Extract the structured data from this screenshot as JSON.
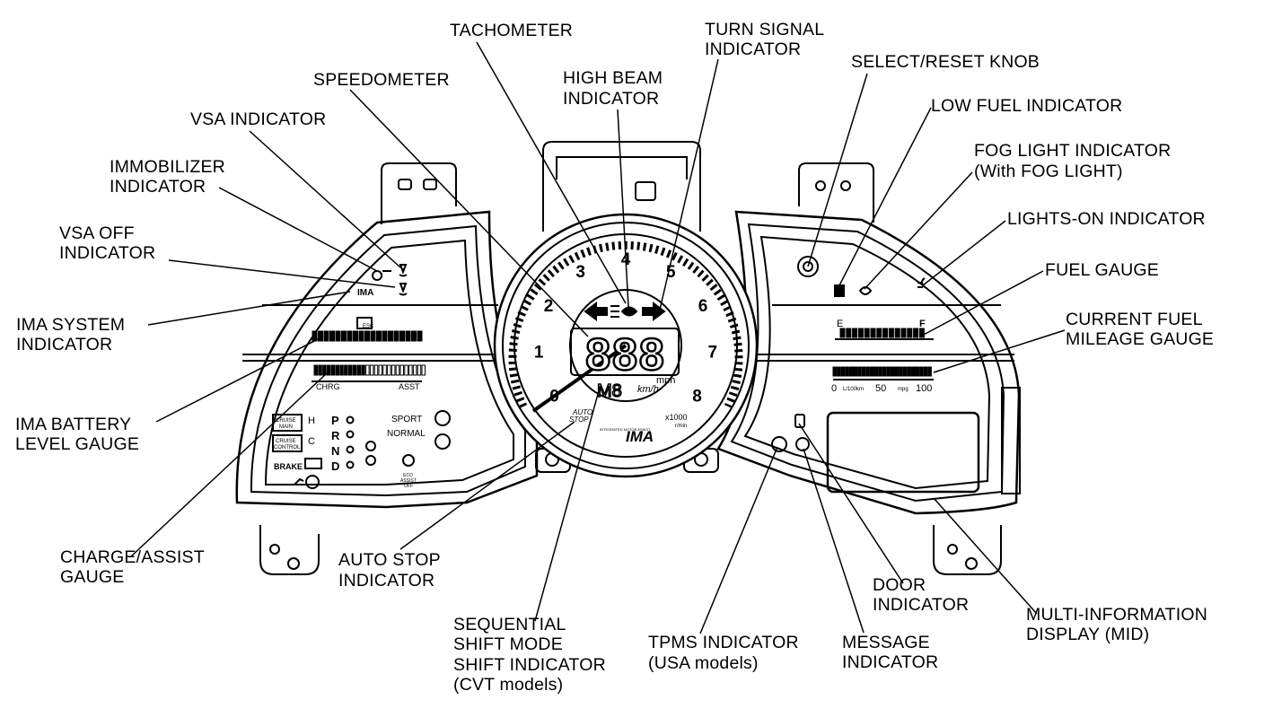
{
  "labels": {
    "tachometer": "TACHOMETER",
    "turn_signal": [
      "TURN SIGNAL",
      "INDICATOR"
    ],
    "high_beam": [
      "HIGH BEAM",
      "INDICATOR"
    ],
    "speedometer": "SPEEDOMETER",
    "select_reset": "SELECT/RESET KNOB",
    "low_fuel": "LOW FUEL INDICATOR",
    "fog_light": [
      "FOG LIGHT INDICATOR",
      "(With FOG LIGHT)"
    ],
    "lights_on": "LIGHTS-ON INDICATOR",
    "fuel_gauge": "FUEL GAUGE",
    "current_fuel": [
      "CURRENT FUEL",
      "MILEAGE GAUGE"
    ],
    "vsa": "VSA INDICATOR",
    "immobilizer": [
      "IMMOBILIZER",
      "INDICATOR"
    ],
    "vsa_off": [
      "VSA OFF",
      "INDICATOR"
    ],
    "ima_system": [
      "IMA SYSTEM",
      "INDICATOR"
    ],
    "ima_battery": [
      "IMA BATTERY",
      "LEVEL GAUGE"
    ],
    "charge_assist": [
      "CHARGE/ASSIST",
      "GAUGE"
    ],
    "auto_stop": [
      "AUTO STOP",
      "INDICATOR"
    ],
    "sequential": [
      "SEQUENTIAL",
      "SHIFT MODE",
      "SHIFT INDICATOR",
      "(CVT models)"
    ],
    "tpms": [
      "TPMS INDICATOR",
      "(USA models)"
    ],
    "message": [
      "MESSAGE",
      "INDICATOR"
    ],
    "door": [
      "DOOR",
      "INDICATOR"
    ],
    "mid": [
      "MULTI-INFORMATION",
      "DISPLAY (MID)"
    ]
  },
  "cluster": {
    "tach_numbers": [
      "0",
      "1",
      "2",
      "3",
      "4",
      "5",
      "6",
      "7",
      "8"
    ],
    "digital_speed": "888",
    "speed_units": [
      "mph",
      "km/h"
    ],
    "tach_unit": "x1000",
    "tach_unit_sub": "r/min",
    "shift_display": "M8",
    "auto_stop": [
      "AUTO",
      "STOP"
    ],
    "brand": "IMA",
    "brand_sub": "INTEGRATED MOTOR ASSIST",
    "ima_lamp": "IMA",
    "charge_label": "CHRG",
    "assist_label": "ASST",
    "gear_letters": [
      "P",
      "R",
      "N",
      "D"
    ],
    "drive_modes": [
      "SPORT",
      "NORMAL"
    ],
    "cruise_main": [
      "CRUISE",
      "MAIN"
    ],
    "cruise_control": [
      "CRUISE",
      "CONTROL"
    ],
    "brake": "BRAKE",
    "hi": "H",
    "lo": "C",
    "esc": "ESC",
    "eco": [
      "ECO",
      "ASSIST",
      "OFF"
    ],
    "fuel_empty": "E",
    "fuel_full": "F",
    "mileage_ticks": [
      "0",
      "50",
      "100"
    ],
    "mileage_unit": "L/100km",
    "mileage_unit2": "mpg"
  }
}
